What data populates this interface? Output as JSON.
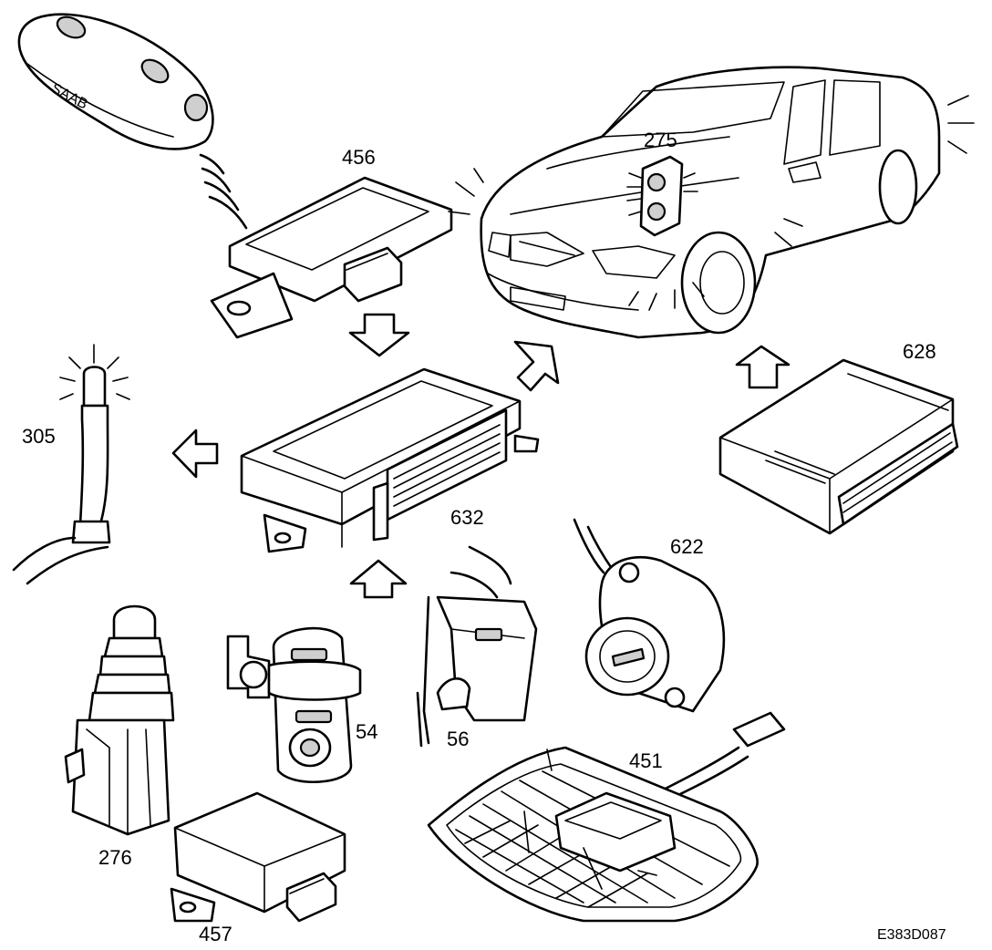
{
  "labels": {
    "p456": "456",
    "p275": "275",
    "p628": "628",
    "p305": "305",
    "p632": "632",
    "p622": "622",
    "p54": "54",
    "p56": "56",
    "p451": "451",
    "p276": "276",
    "p457": "457"
  },
  "reference": "E383D087",
  "icons": [
    "remote-key-fob-icon",
    "radio-receiver-icon",
    "car-icon",
    "alarm-led-icon",
    "control-module-icon",
    "siren-module-icon",
    "indicator-lamp-icon",
    "ignition-lock-icon",
    "door-switch-icon",
    "hood-switch-icon",
    "interior-light-icon",
    "trunk-switch-icon",
    "sensor-module-icon",
    "arrow-icon"
  ]
}
